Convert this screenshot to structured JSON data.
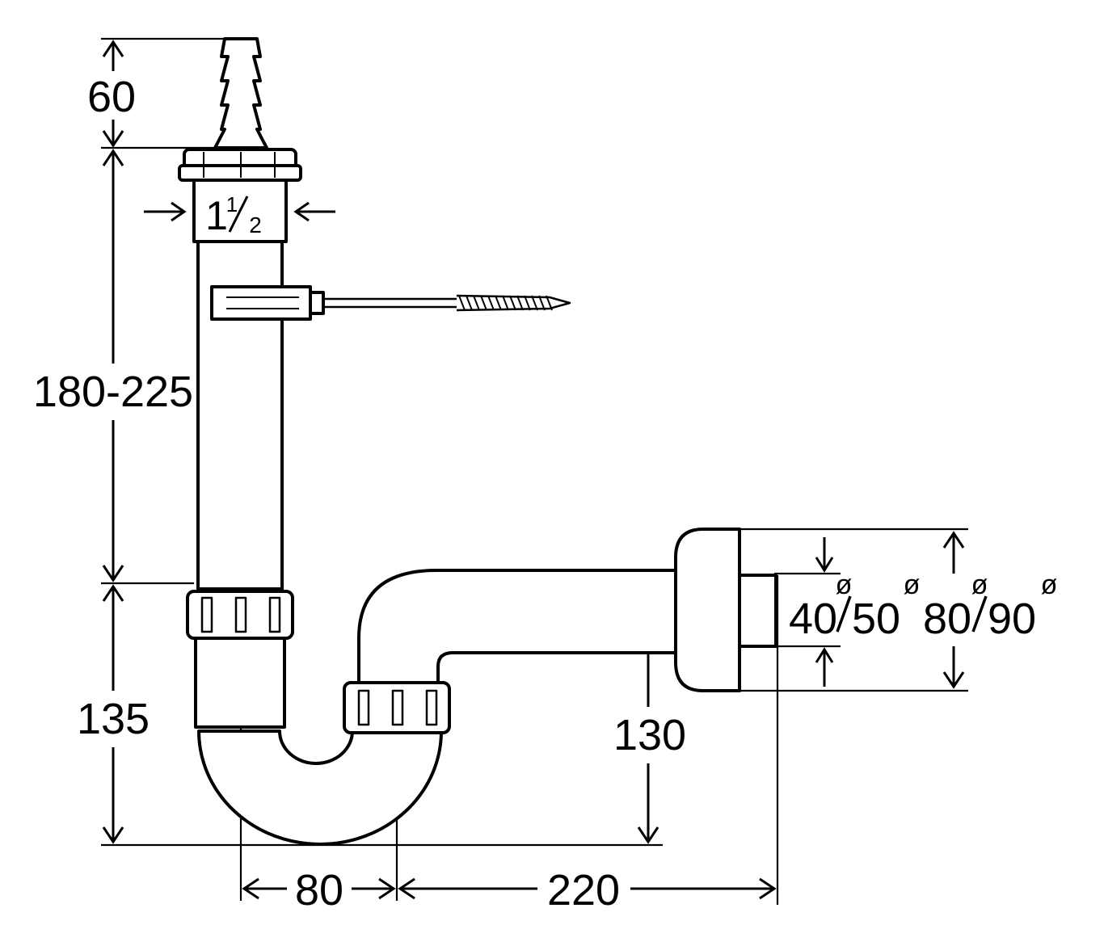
{
  "labels": {
    "tailpiece_length": "60",
    "thread_whole": "1",
    "thread_frac_num": "1",
    "thread_frac_den": "2",
    "vertical_range": "180-225",
    "trap_depth": "135",
    "outlet_height": "130",
    "trap_width": "80",
    "outlet_length": "220",
    "diam_outlet_small_a": "40",
    "diam_outlet_small_b": "50",
    "diam_rosette_a": "80",
    "diam_rosette_b": "90",
    "diameter_symbol": "ø"
  },
  "colors": {
    "line": "#000000",
    "background": "#ffffff"
  }
}
